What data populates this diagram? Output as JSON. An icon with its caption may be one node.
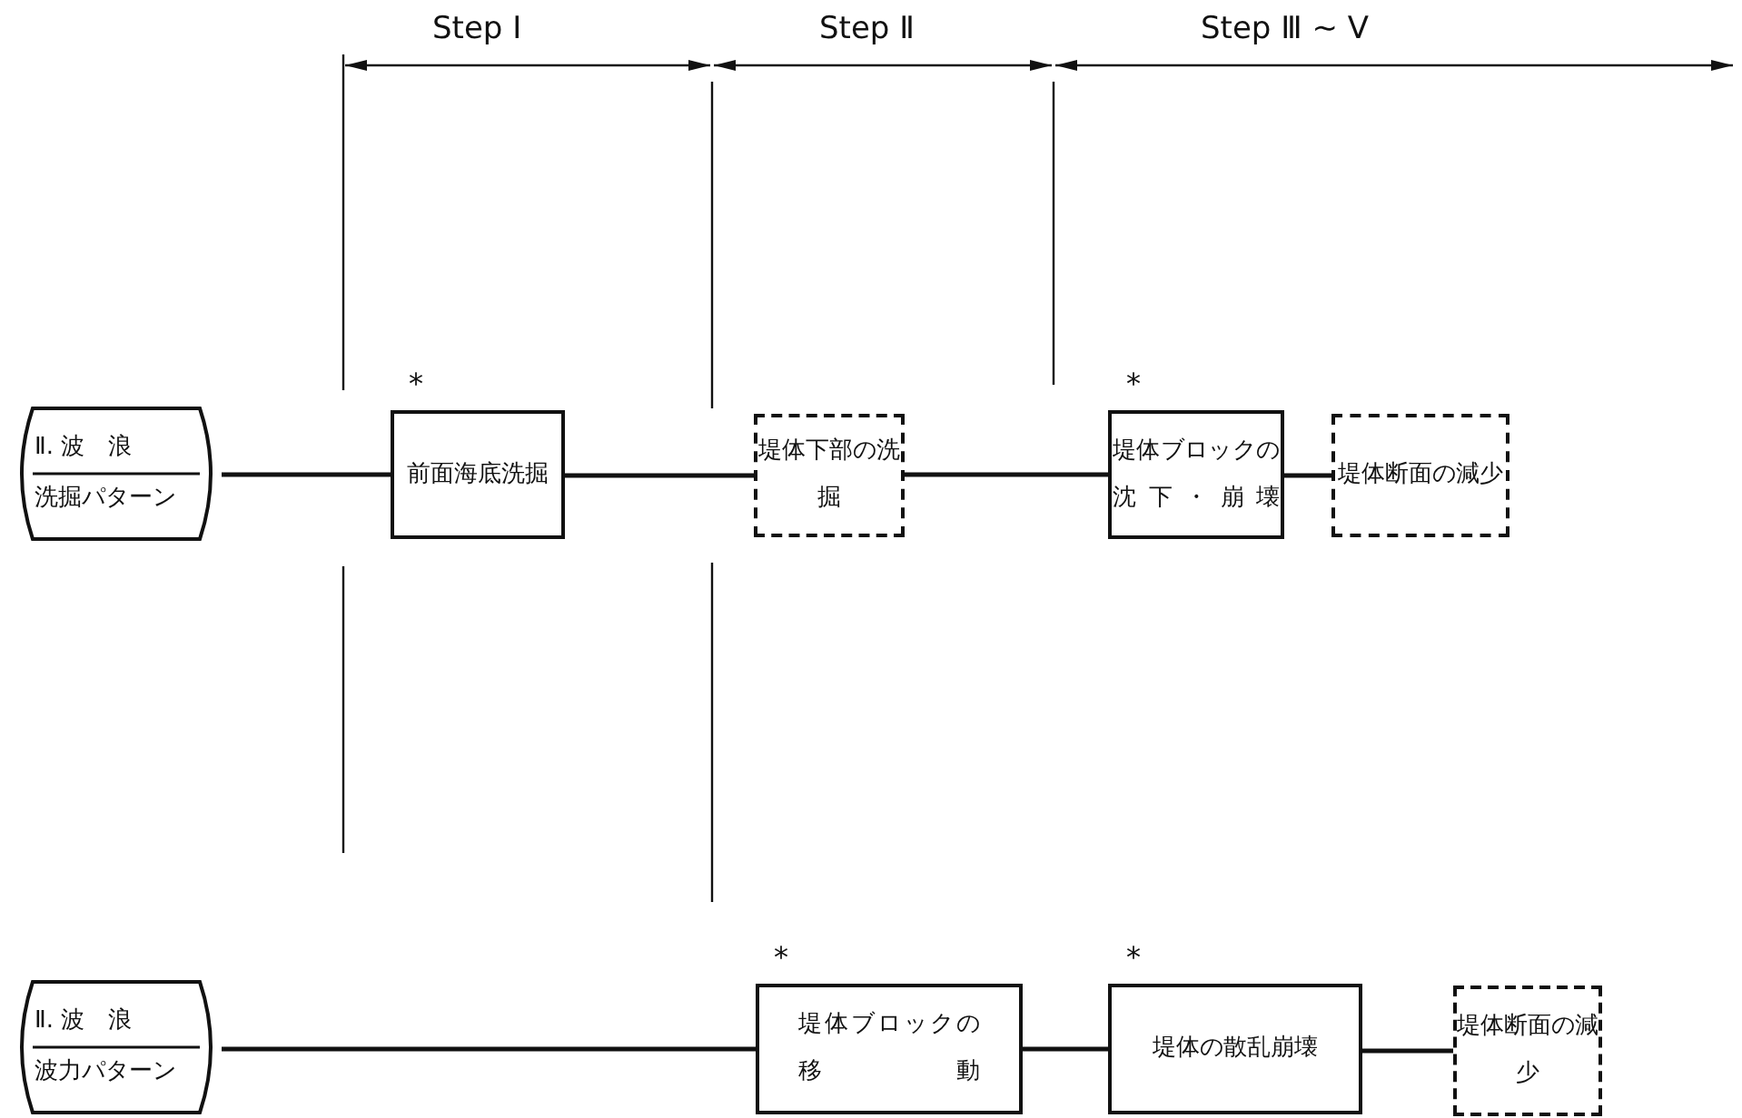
{
  "diagram": {
    "nodes": [
      {
        "text": [
          "Ⅱ. 波　浪",
          "洗掘パターン"
        ]
      },
      {
        "text": [
          "前面海底洗掘"
        ],
        "beside": [
          "*"
        ]
      },
      {
        "text": [
          "堤体下部の洗掘"
        ]
      },
      {
        "text": [
          "堤体ブロックの沈下・崩壊"
        ],
        "beside": [
          "*"
        ]
      },
      {
        "text": [
          "堤体断面の減少"
        ]
      },
      {
        "text": [
          "Ⅱ. 波　浪",
          "波力パターン"
        ]
      },
      {
        "text": [
          "堤体ブロックの移動"
        ],
        "beside": [
          "*"
        ]
      },
      {
        "text": [
          "堤体の散乱崩壊"
        ],
        "beside": [
          "*"
        ]
      },
      {
        "text": [
          "堤体断面の減少"
        ]
      }
    ],
    "edges": [
      {
        "from": 0,
        "to": 1,
        "arrow": "none"
      },
      {
        "from": 1,
        "to": 2,
        "arrow": "none"
      },
      {
        "from": 2,
        "to": 3,
        "arrow": "none"
      },
      {
        "from": 3,
        "to": 4,
        "arrow": "none"
      },
      {
        "from": 5,
        "to": 6,
        "arrow": "none"
      },
      {
        "from": 6,
        "to": 7,
        "arrow": "none"
      },
      {
        "from": 7,
        "to": 8,
        "arrow": "none"
      }
    ],
    "labels": [
      "Step Ⅰ",
      "Step Ⅱ",
      "Step Ⅲ ~ Ⅴ"
    ]
  }
}
